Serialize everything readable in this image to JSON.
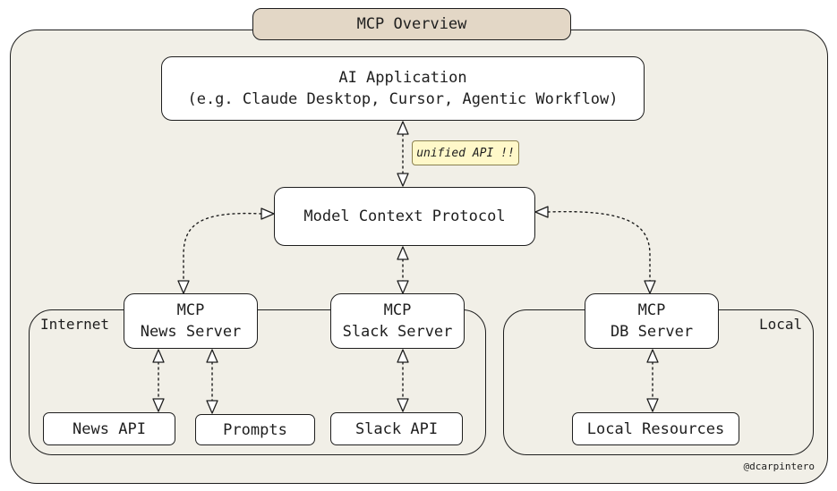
{
  "title": "MCP Overview",
  "ai_app": {
    "line1": "AI Application",
    "line2": "(e.g. Claude Desktop, Cursor, Agentic Workflow)"
  },
  "note": "unified API !!",
  "protocol": "Model Context Protocol",
  "groups": {
    "internet": "Internet",
    "local": "Local"
  },
  "servers": {
    "news": {
      "line1": "MCP",
      "line2": "News Server"
    },
    "slack": {
      "line1": "MCP",
      "line2": "Slack Server"
    },
    "db": {
      "line1": "MCP",
      "line2": "DB Server"
    }
  },
  "resources": {
    "news_api": "News API",
    "prompts": "Prompts",
    "slack_api": "Slack API",
    "local_resources": "Local Resources"
  },
  "credit": "@dcarpintero",
  "colors": {
    "background": "#f1efe7",
    "title_tab": "#e3d7c6",
    "note": "#fff8c9",
    "stroke": "#1e1e1e"
  }
}
